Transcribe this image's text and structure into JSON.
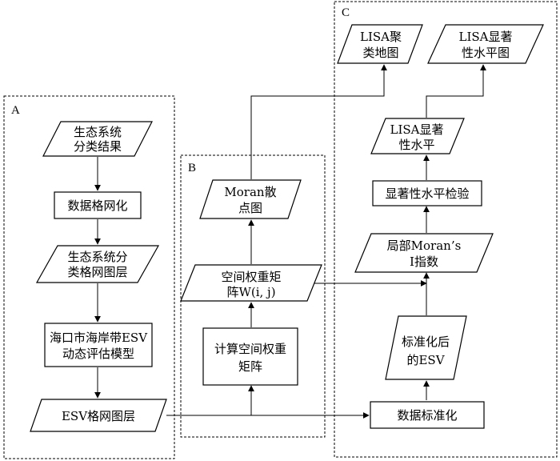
{
  "panels": {
    "a": "A",
    "b": "B",
    "c": "C"
  },
  "nodes": {
    "eco_class_result": [
      "生态系统",
      "分类结果"
    ],
    "data_grid": [
      "数据格网化"
    ],
    "eco_grid_layer": [
      "生态系统分",
      "类格网图层"
    ],
    "esv_model": [
      "海口市海岸带ESV",
      "动态评估模型"
    ],
    "esv_grid_layer": [
      "ESV格网图层"
    ],
    "moran_scatter": [
      "Moran散",
      "点图"
    ],
    "spatial_weight_matrix": [
      "空间权重矩",
      "阵W(i, j)"
    ],
    "calc_spatial_weight": [
      "计算空间权重",
      "矩阵"
    ],
    "lisa_cluster_map": [
      "LISA聚",
      "类地图"
    ],
    "lisa_sig_map": [
      "LISA显著",
      "性水平图"
    ],
    "lisa_sig_level": [
      "LISA显著",
      "性水平"
    ],
    "sig_test": [
      "显著性水平检验"
    ],
    "local_moran": [
      "局部Moran’s",
      "I指数"
    ],
    "standardized_esv": [
      "标准化后",
      "的ESV"
    ],
    "data_standardize": [
      "数据标准化"
    ]
  }
}
